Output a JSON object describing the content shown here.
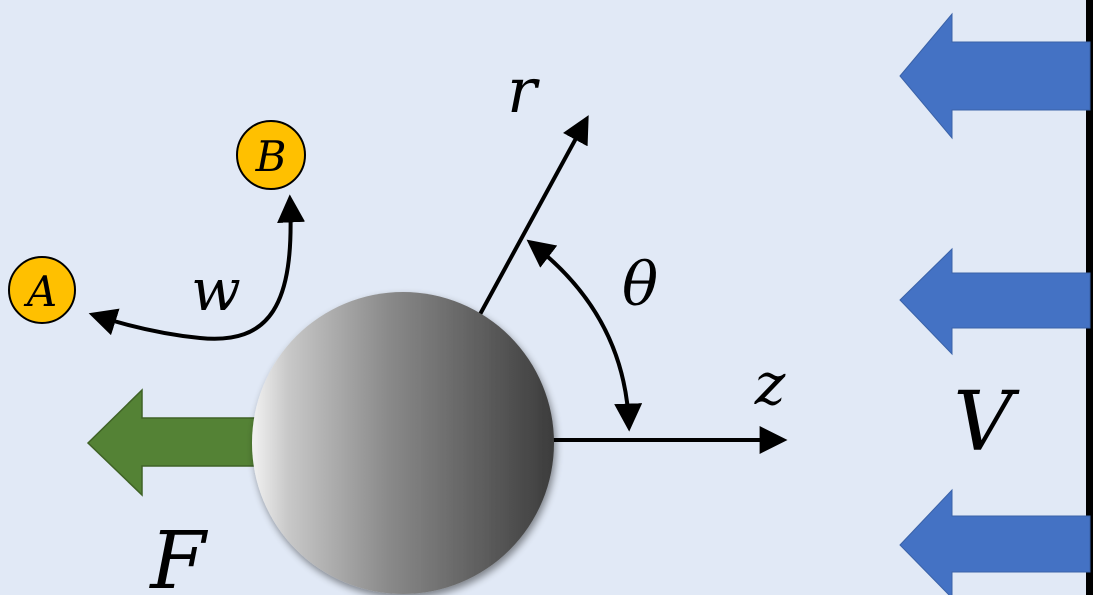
{
  "labels": {
    "radial_axis": "r",
    "polar_angle": "θ",
    "axial_axis": "z",
    "velocity": "V",
    "force": "F",
    "rotation": "w",
    "point_a": "A",
    "point_b": "B"
  },
  "colors": {
    "background": "#e1e9f6",
    "flow_arrow": "#4472c4",
    "force_arrow": "#548235",
    "marker_fill": "#ffc000",
    "wall": "#000000"
  }
}
